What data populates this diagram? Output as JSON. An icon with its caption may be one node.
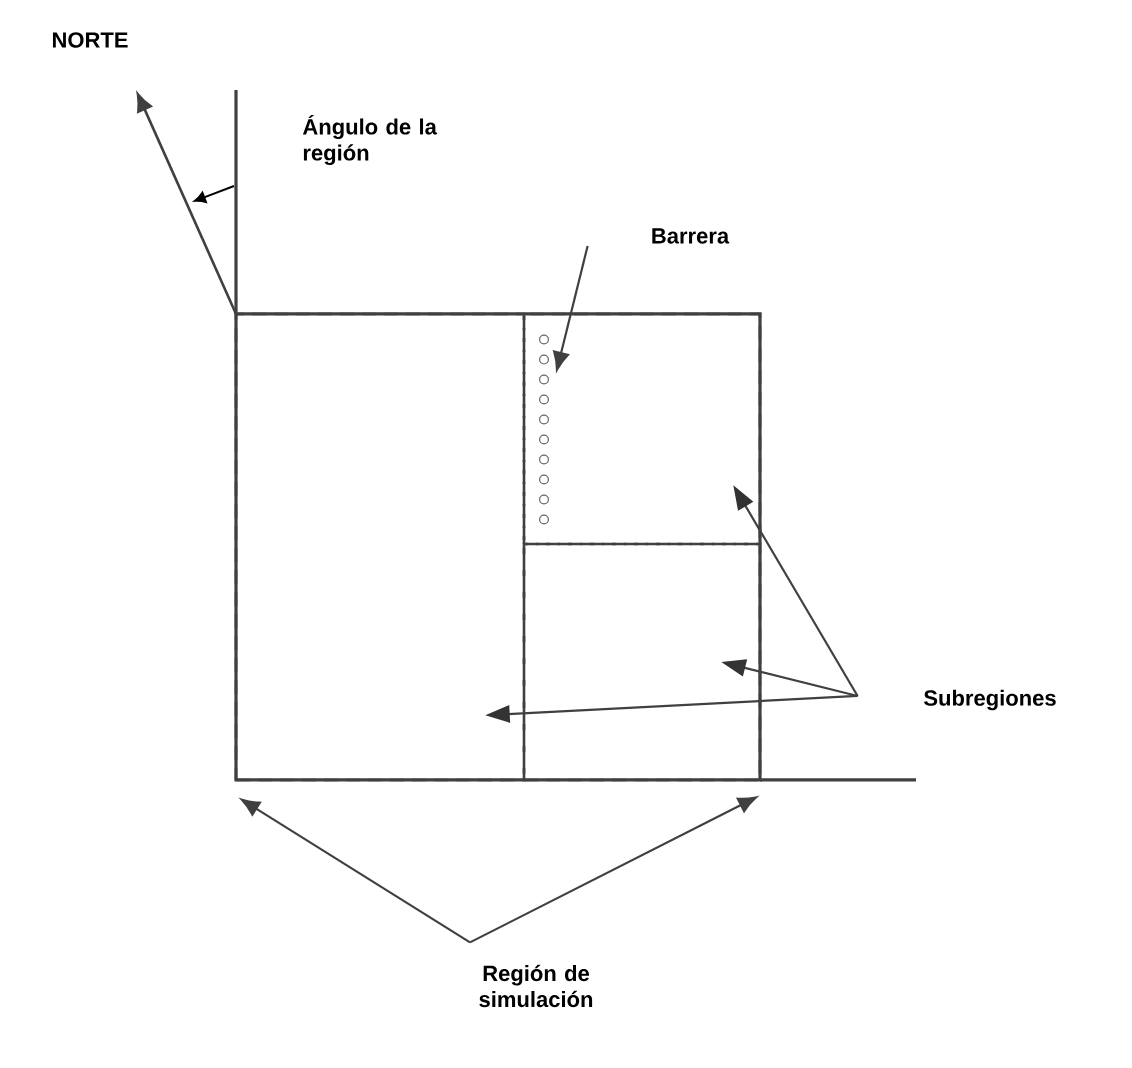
{
  "diagram": {
    "nodes": [
      {
        "text": [
          "Barrera"
        ]
      },
      {
        "text": [
          "Subregiones"
        ]
      },
      {
        "text": [
          "Región de simulación"
        ]
      },
      {
        "text": [],
        "shape": "box"
      },
      {
        "text": [],
        "shape": "box",
        "in": 3
      },
      {
        "text": [],
        "shape": "box",
        "in": 3
      },
      {
        "text": [],
        "shape": "box",
        "in": 3
      },
      {
        "text": [],
        "shape": "bar",
        "in": 5
      }
    ],
    "edges": [
      {
        "from": 0,
        "to": 7,
        "arrow": "to"
      },
      {
        "from": 1,
        "to": 5,
        "arrow": "to"
      },
      {
        "from": 1,
        "to": 6,
        "arrow": "to"
      },
      {
        "from": 1,
        "to": 4,
        "arrow": "to"
      },
      {
        "from": 2,
        "to": 3,
        "arrow": "to"
      },
      {
        "from": 2,
        "to": 3,
        "arrow": "to"
      }
    ],
    "labels": [
      "NORTE",
      "Ángulo de la región"
    ]
  }
}
